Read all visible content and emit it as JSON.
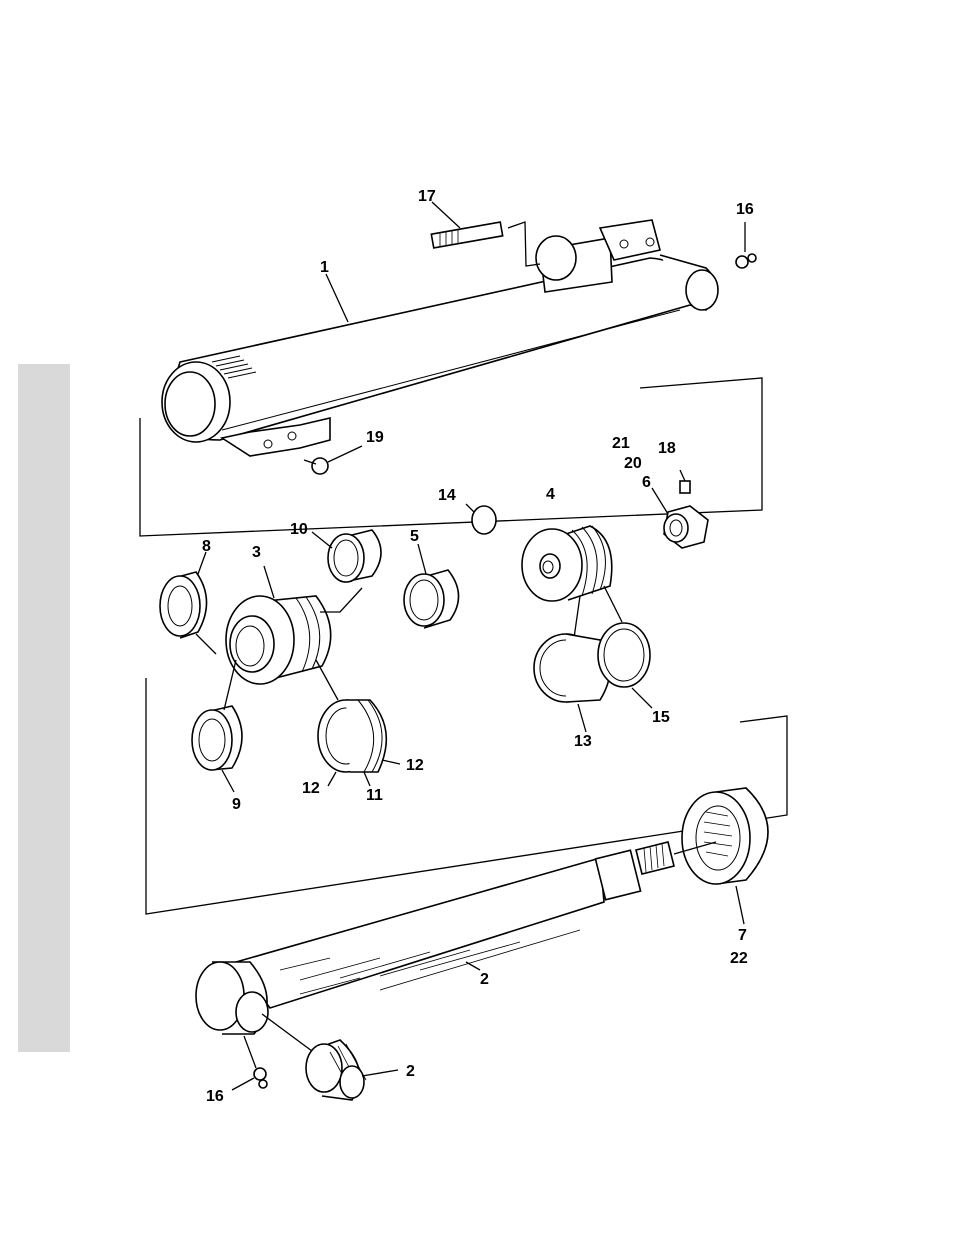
{
  "labels": {
    "p1": "1",
    "p2a": "2",
    "p2b": "2",
    "p3": "3",
    "p4": "4",
    "p5": "5",
    "p6": "6",
    "p7": "7",
    "p8": "8",
    "p9": "9",
    "p10": "10",
    "p11": "11",
    "p12a": "12",
    "p12b": "12",
    "p13": "13",
    "p14": "14",
    "p15": "15",
    "p16a": "16",
    "p16b": "16",
    "p17": "17",
    "p18": "18",
    "p19": "19",
    "p20": "20",
    "p21": "21",
    "p22": "22"
  }
}
